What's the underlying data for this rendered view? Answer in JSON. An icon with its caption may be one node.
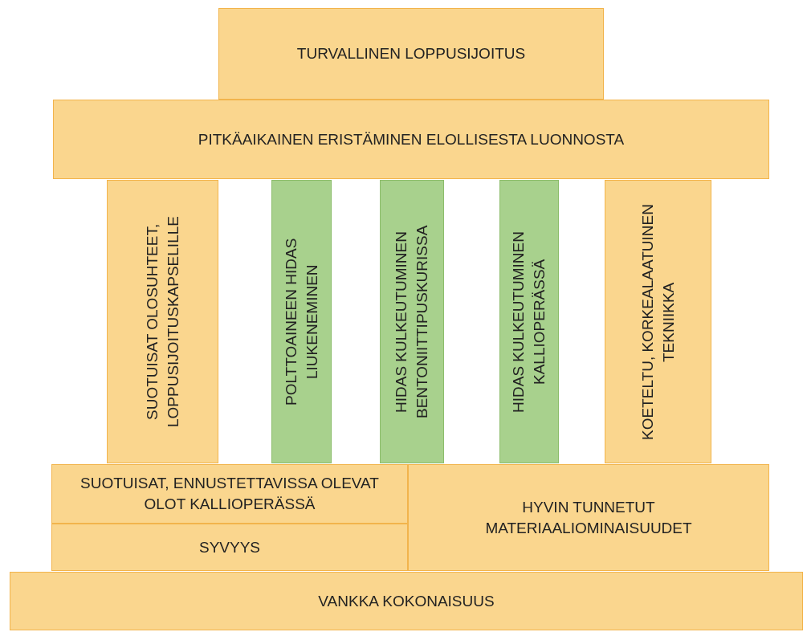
{
  "diagram": {
    "nodes": [
      {
        "text": [
          "TURVALLINEN LOPPUSIJOITUS"
        ]
      },
      {
        "text": [
          "PITKÄAIKAINEN ERISTÄMINEN ELOLLISESTA LUONNOSTA"
        ]
      },
      {
        "text": [
          "SUOTUISAT OLOSUHTEET, LOPPUSIJOITUSKAPSELILLE"
        ]
      },
      {
        "text": [
          "POLTTOAINEEN HIDAS LIUKENEMINEN"
        ]
      },
      {
        "text": [
          "HIDAS KULKEUTUMINEN BENTONIITTIPUSKURISSA"
        ]
      },
      {
        "text": [
          "HIDAS KULKEUTUMINEN KALLIOPERÄSSÄ"
        ]
      },
      {
        "text": [
          "KOETELTU, KORKEALAATUINEN TEKNIIKKA"
        ]
      },
      {
        "text": [
          "SUOTUISAT, ENNUSTETTAVISSA OLEVAT  OLOT KALLIOPERÄSSÄ"
        ]
      },
      {
        "text": [
          "SYVYYS"
        ]
      },
      {
        "text": [
          "HYVIN TUNNETUT MATERIAALIOMINAISUUDET"
        ]
      },
      {
        "text": [
          "VANKKA KOKONAISUUS"
        ]
      }
    ]
  }
}
